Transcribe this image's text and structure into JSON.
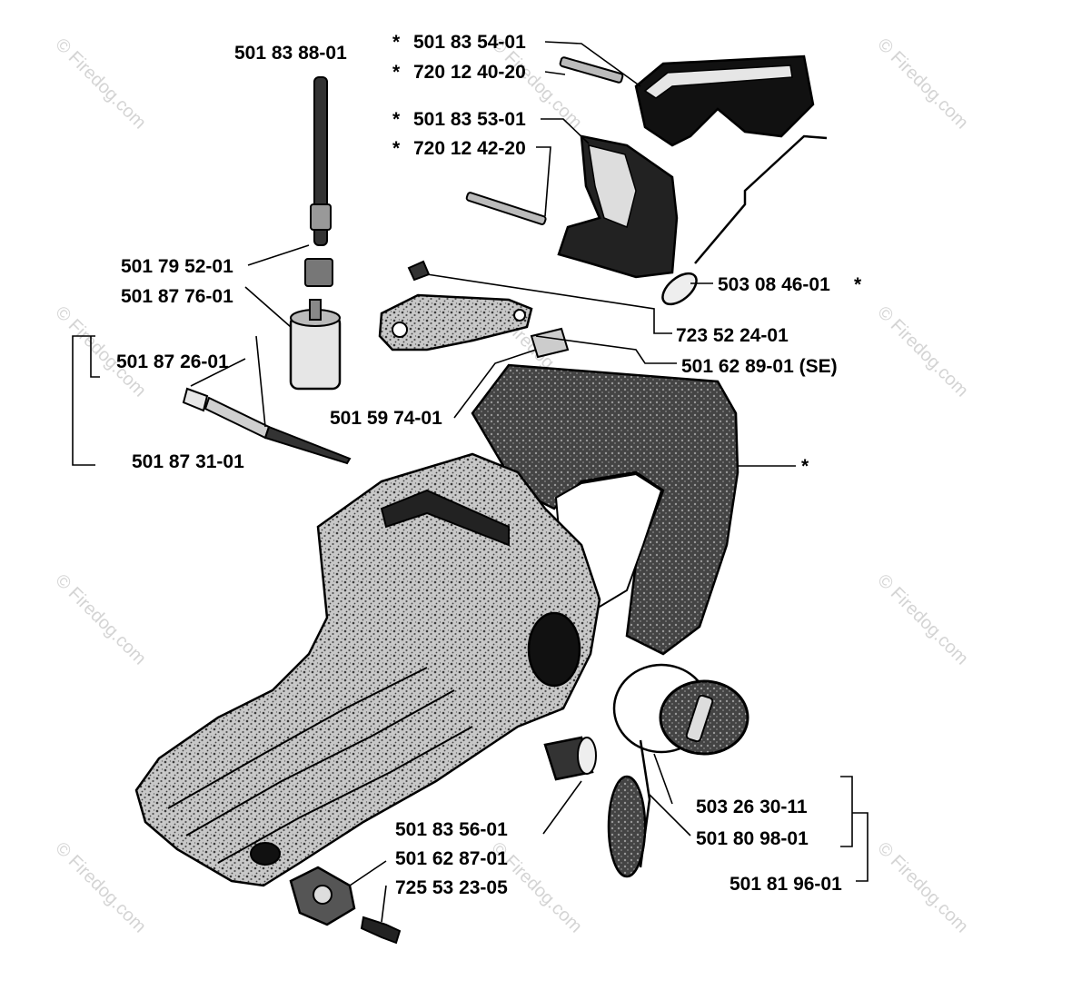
{
  "watermark": "© Firedog.com",
  "labels": {
    "rod": "501  83 88-01",
    "trigger": "501 83 54-01",
    "trigger_pin": "720 12 40-20",
    "lockout": "501 83 53-01",
    "lockout_pin": "720 12 42-20",
    "spring": "503 08 46-01",
    "screw": "723 52 24-01",
    "se_part": "501 62 89-01 (SE)",
    "sleeve": "501 59 74-01",
    "hose": "501 79 52-01",
    "filter": "501 87 76-01",
    "needle_a": "501 87 26-01",
    "needle_b": "501 87 31-01",
    "housing": "*",
    "bushing": "501 83 56-01",
    "valve": "501 62 87-01",
    "valve_screw": "725 53 23-05",
    "cap": "503 26 30-11",
    "oring": "501 80 98-01",
    "cap_kit": "501 81 96-01"
  },
  "asterisks": {
    "trigger": "*",
    "trigger_pin": "*",
    "lockout": "*",
    "lockout_pin": "*",
    "spring": "*"
  }
}
